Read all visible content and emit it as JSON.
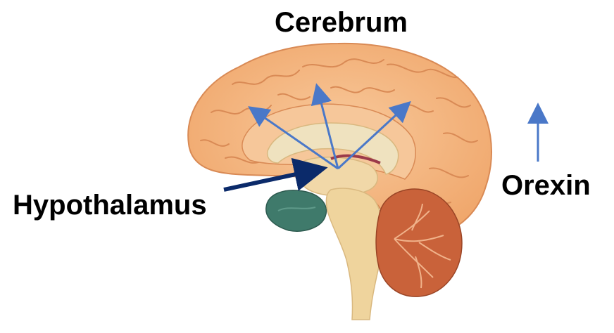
{
  "labels": {
    "cerebrum": "Cerebrum",
    "hypothalamus": "Hypothalamus",
    "orexin": "Orexin"
  },
  "colors": {
    "cortex": "#f4b37e",
    "cortex_light": "#f8c99b",
    "gyri_line": "#d98a55",
    "inner_brain": "#f1d8a8",
    "corpus_callosum": "#efe2bf",
    "brainstem": "#efd49d",
    "cerebellum": "#c9623a",
    "cerebellum_tree": "#f0b28a",
    "pituitary_green": "#3f7a6b",
    "arrow_blue": "#4a78c8",
    "arrow_navy": "#0b2a6a",
    "text": "#000000"
  },
  "icons": {
    "orexin_arrow": "arrow-up-icon",
    "pointer": "arrow-right-icon"
  }
}
